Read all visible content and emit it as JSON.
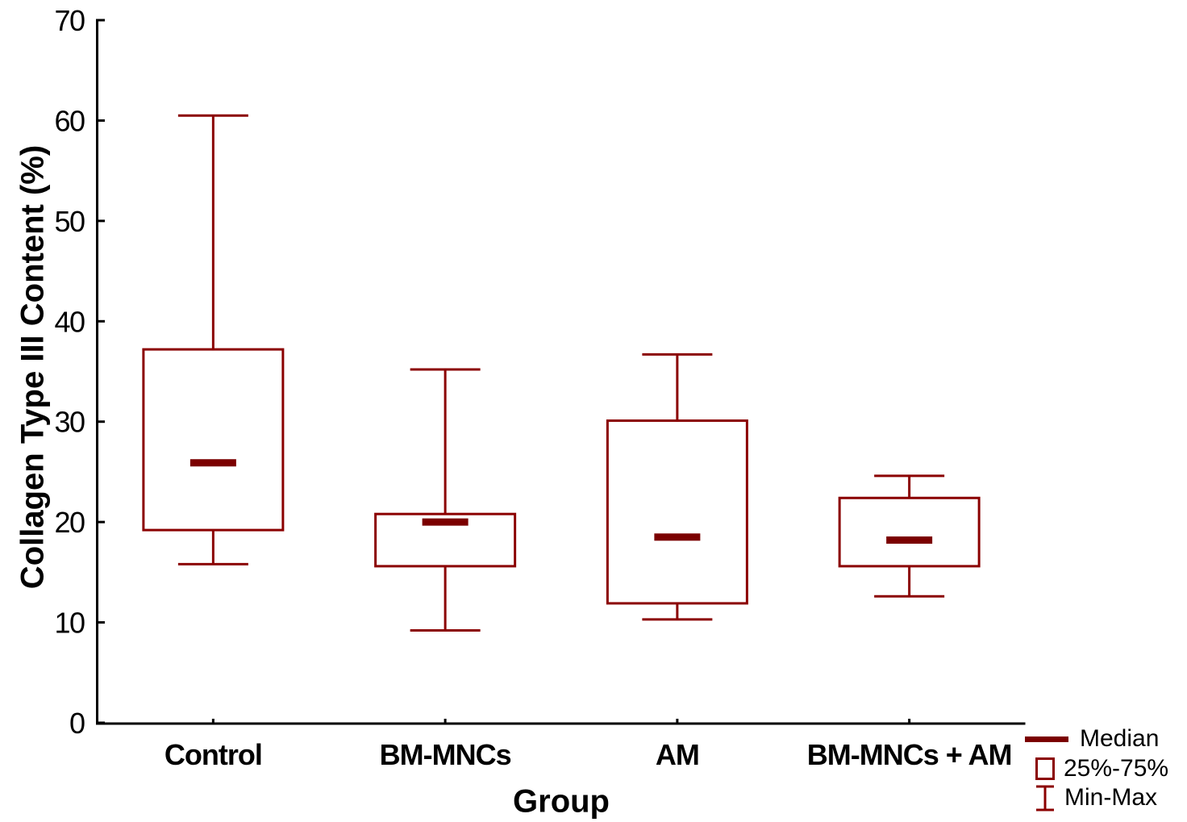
{
  "chart_data": {
    "type": "boxplot",
    "title": "",
    "xlabel": "Group",
    "ylabel": "Collagen Type III Content (%)",
    "categories": [
      "Control",
      "BM-MNCs",
      "AM",
      "BM-MNCs + AM"
    ],
    "series": [
      {
        "category": "Control",
        "min": 15.8,
        "q1": 19.2,
        "median": 25.9,
        "q3": 37.2,
        "max": 60.5
      },
      {
        "category": "BM-MNCs",
        "min": 9.2,
        "q1": 15.6,
        "median": 20.0,
        "q3": 20.8,
        "max": 35.2
      },
      {
        "category": "AM",
        "min": 10.3,
        "q1": 11.9,
        "median": 18.5,
        "q3": 30.1,
        "max": 36.7
      },
      {
        "category": "BM-MNCs + AM",
        "min": 12.6,
        "q1": 15.6,
        "median": 18.2,
        "q3": 22.4,
        "max": 24.6
      }
    ],
    "ylim": [
      0,
      70
    ],
    "yticks": [
      0,
      10,
      20,
      30,
      40,
      50,
      60,
      70
    ],
    "grid": false,
    "legend_position": "bottom-right",
    "legend": [
      {
        "symbol": "median-bar",
        "label": "Median"
      },
      {
        "symbol": "box",
        "label": "25%-75%"
      },
      {
        "symbol": "min-max-whisker",
        "label": "Min-Max"
      }
    ],
    "colors": {
      "box_outline": "#8B0000",
      "median": "#7B0000",
      "axis": "#000000",
      "text": "#000000",
      "background": "#FFFFFF"
    }
  }
}
